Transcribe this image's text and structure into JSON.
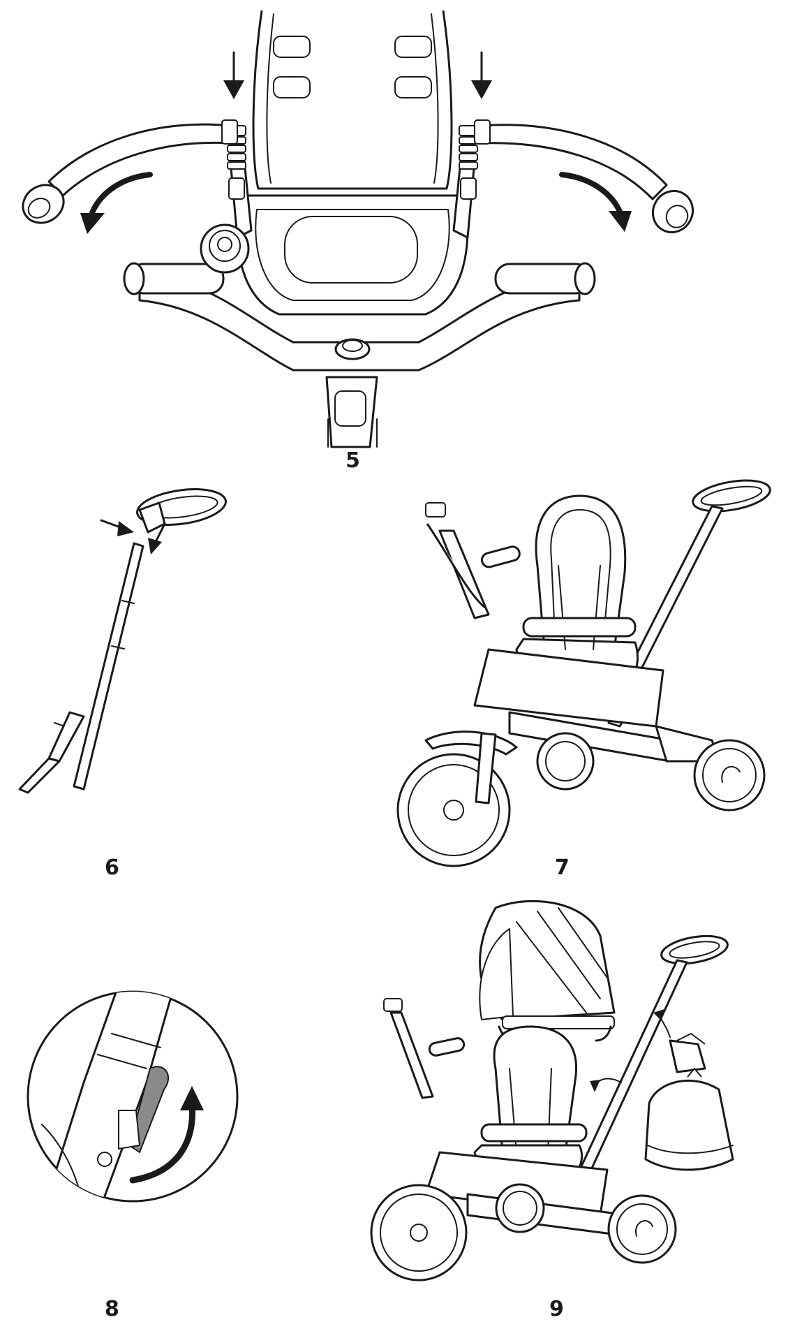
{
  "steps": [
    {
      "number": "5"
    },
    {
      "number": "6"
    },
    {
      "number": "7"
    },
    {
      "number": "8"
    },
    {
      "number": "9"
    }
  ]
}
